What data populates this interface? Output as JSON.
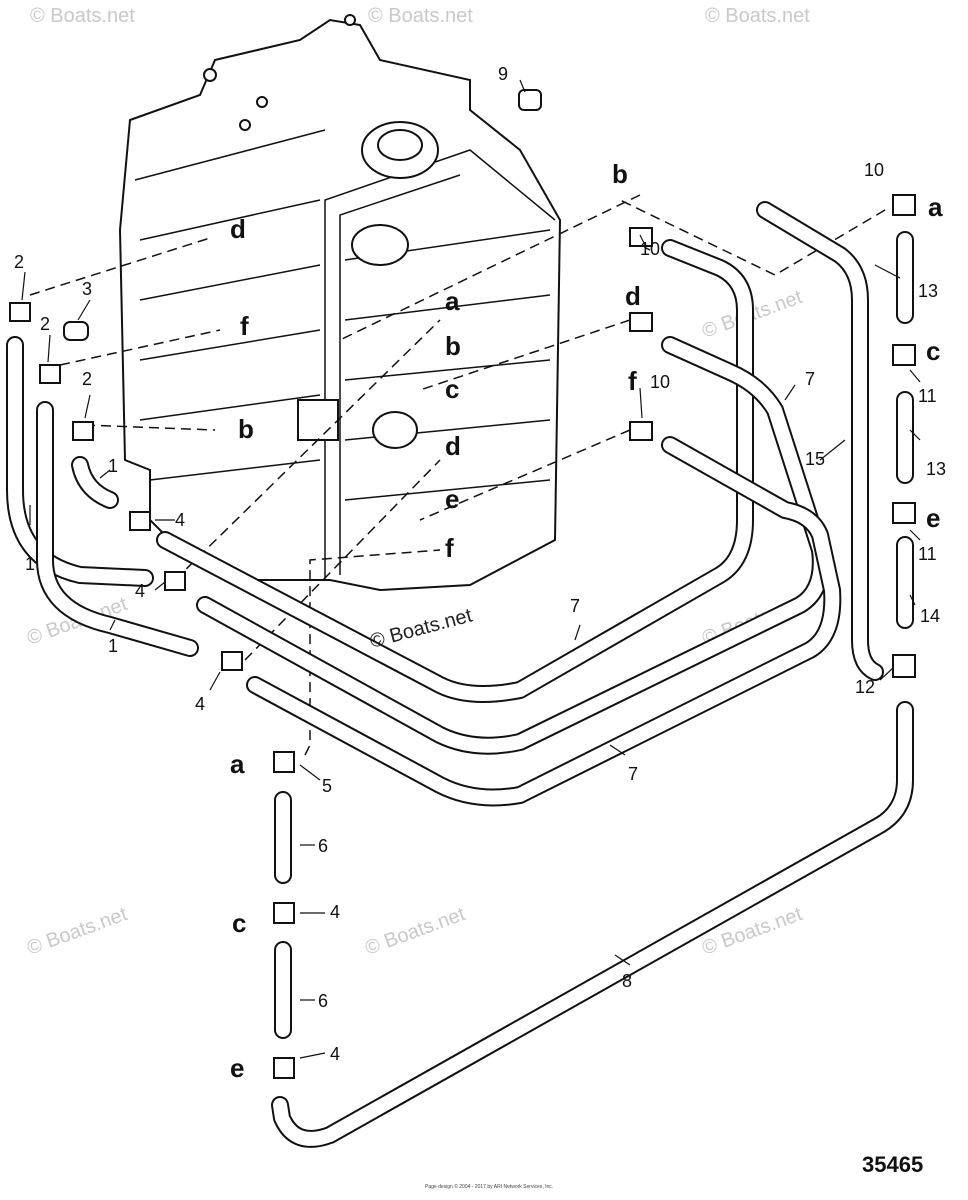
{
  "watermark": "© Boats.net",
  "diagram_code": "35465",
  "footer_text": "Page design © 2004 - 2017 by ARI Network Services, Inc.",
  "part_labels": {
    "p1a": "1",
    "p1b": "1",
    "p1c": "1",
    "p2a": "2",
    "p2b": "2",
    "p2c": "2",
    "p3": "3",
    "p4a": "4",
    "p4b": "4",
    "p4c": "4",
    "p4d": "4",
    "p4e": "4",
    "p5": "5",
    "p6a": "6",
    "p6b": "6",
    "p7a": "7",
    "p7b": "7",
    "p7c": "7",
    "p8": "8",
    "p9": "9",
    "p10a": "10",
    "p10b": "10",
    "p10c": "10",
    "p11a": "11",
    "p11b": "11",
    "p12": "12",
    "p13a": "13",
    "p13b": "13",
    "p14": "14",
    "p15": "15"
  },
  "letters": {
    "a": "a",
    "b": "b",
    "c": "c",
    "d": "d",
    "e": "e",
    "f": "f"
  }
}
